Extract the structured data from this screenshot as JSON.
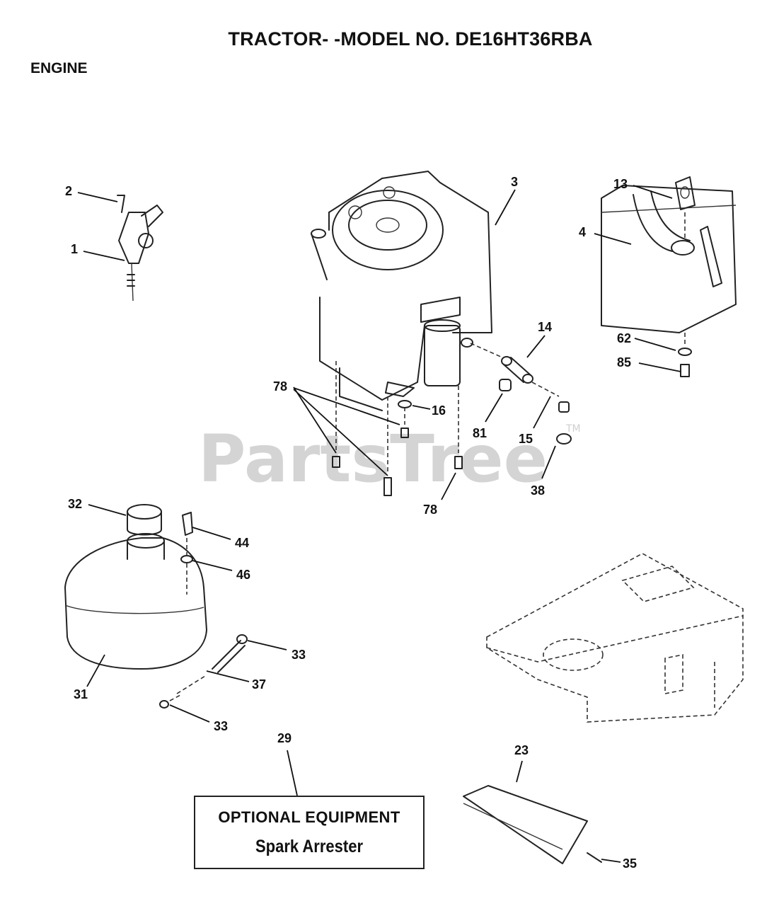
{
  "header": {
    "title": "TRACTOR- -MODEL NO. DE16HT36RBA",
    "section": "ENGINE"
  },
  "watermark": {
    "text": "PartsTree",
    "mark": "TM"
  },
  "callouts": {
    "c1": "1",
    "c2": "2",
    "c3": "3",
    "c4": "4",
    "c13": "13",
    "c14": "14",
    "c15": "15",
    "c16": "16",
    "c23": "23",
    "c29": "29",
    "c31": "31",
    "c32": "32",
    "c33a": "33",
    "c33b": "33",
    "c35": "35",
    "c37": "37",
    "c38": "38",
    "c44": "44",
    "c46": "46",
    "c62": "62",
    "c78a": "78",
    "c78b": "78",
    "c81": "81",
    "c85": "85"
  },
  "optional_equipment": {
    "title": "OPTIONAL EQUIPMENT",
    "item": "Spark Arrester"
  }
}
